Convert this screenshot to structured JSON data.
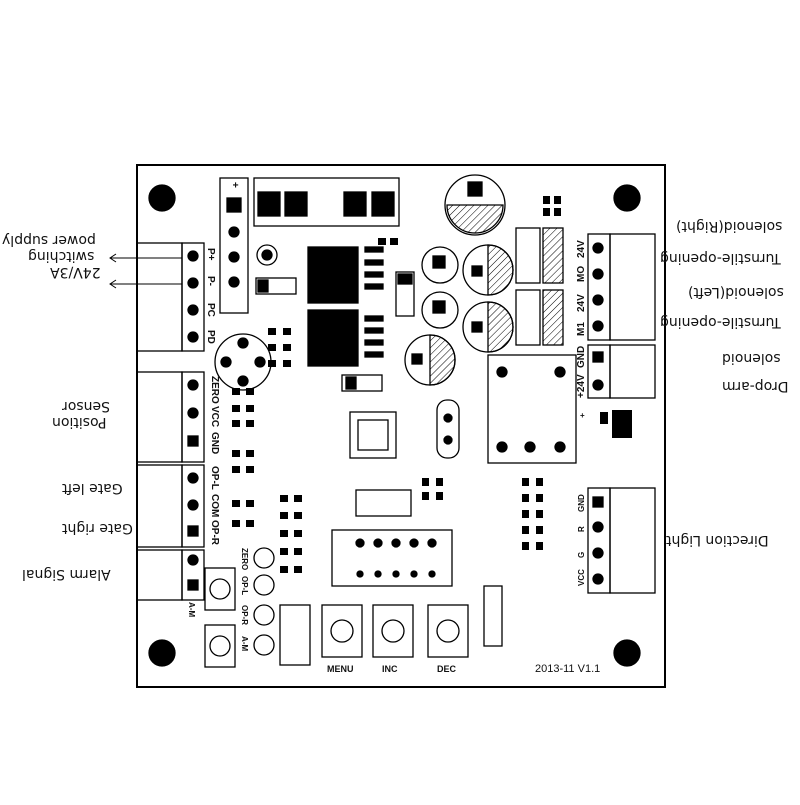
{
  "external_labels": {
    "power_line1": "power supply",
    "power_line2": "switching",
    "power_line3": "24V/3A",
    "position_line1": "Sensor",
    "position_line2": "Position",
    "gate_left": "Gate left",
    "gate_right": "Gate right",
    "alarm": "Alarm Signal",
    "turnstile_right_line1": "solenoid(Right)",
    "turnstile_right_line2": "Turnstile-opening",
    "turnstile_left_line1": "solenoid(Left)",
    "turnstile_left_line2": "Turnstile-opening",
    "droparm_line1": "solenoid",
    "droparm_line2": "Drop-arm",
    "direction": "Direction Light"
  },
  "pins": {
    "power": [
      "P+",
      "P-",
      "PC",
      "PD"
    ],
    "sensor": [
      "ZERO",
      "VCC",
      "GND"
    ],
    "gate": [
      "OP-L",
      "COM",
      "OP-R"
    ],
    "alarm": "A-M",
    "turnstile": [
      "24V",
      "MO",
      "24V",
      "M1"
    ],
    "droparm": [
      "+24V",
      "GND"
    ],
    "light": [
      "GND",
      "R",
      "G",
      "VCC"
    ],
    "leds": [
      "ZERO",
      "OP-L",
      "OP-R",
      "A-M"
    ],
    "top_plus": "+",
    "small_plus": "+"
  },
  "buttons": [
    "MENU",
    "INC",
    "DEC"
  ],
  "version": "2013-11  V1.1"
}
